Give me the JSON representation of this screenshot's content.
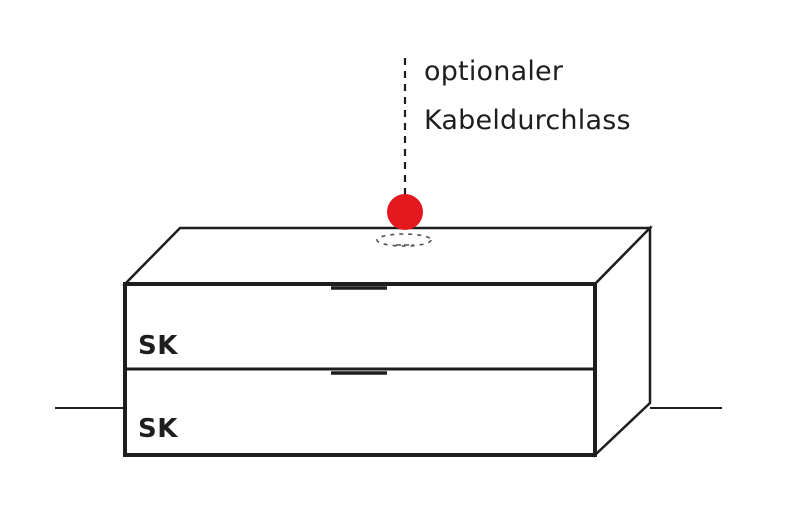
{
  "callout": {
    "lines": [
      "optionaler",
      "Kabeldurchlass"
    ]
  },
  "drawers": [
    {
      "label": "SK"
    },
    {
      "label": "SK"
    }
  ],
  "colors": {
    "outline": "#1e1e1e",
    "marker": "#e5171f",
    "dashed": "#555555"
  },
  "icons": {
    "marker": "cable-outlet-marker-icon",
    "handle": "drawer-handle-icon"
  }
}
